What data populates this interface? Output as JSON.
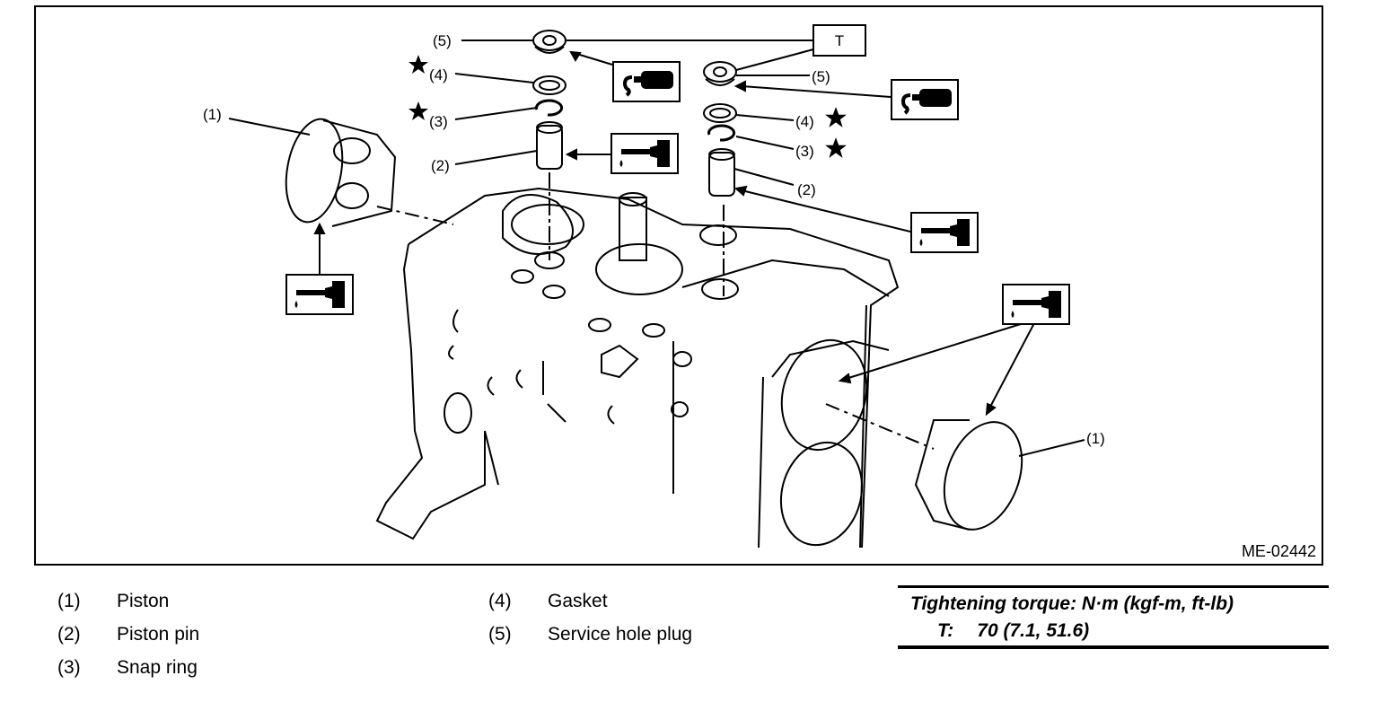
{
  "figure": {
    "code": "ME-02442",
    "callouts": {
      "piston": "(1)",
      "piston_pin": "(2)",
      "snap_ring": "(3)",
      "gasket": "(4)",
      "service_hole_plug": "(5)",
      "torque_marker": "T"
    },
    "icons": [
      "oil-can-icon",
      "sealant-tube-icon",
      "replace-star-icon"
    ]
  },
  "legend": {
    "items": [
      {
        "num": "(1)",
        "label": "Piston"
      },
      {
        "num": "(2)",
        "label": "Piston pin"
      },
      {
        "num": "(3)",
        "label": "Snap ring"
      },
      {
        "num": "(4)",
        "label": "Gasket"
      },
      {
        "num": "(5)",
        "label": "Service hole plug"
      }
    ]
  },
  "torque": {
    "heading": "Tightening torque: N·m (kgf-m, ft-lb)",
    "marker": "T:",
    "value": "70 (7.1, 51.6)"
  }
}
